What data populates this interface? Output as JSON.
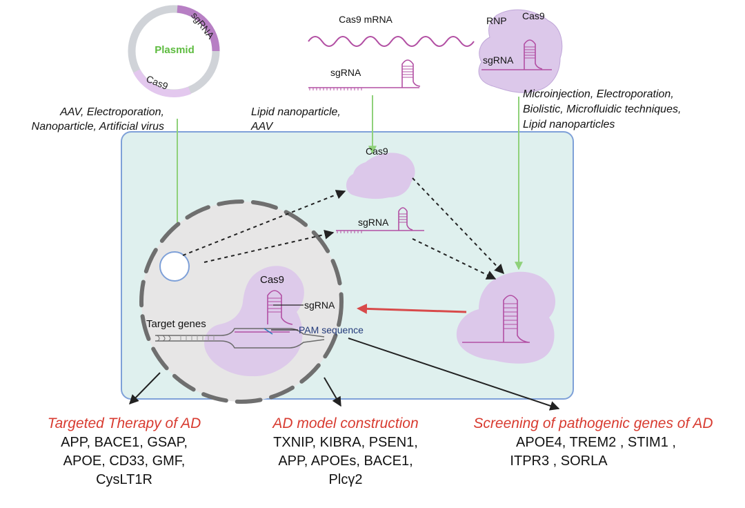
{
  "plasmid": {
    "name": "Plasmid",
    "seg_sgrna": "sgRNA",
    "seg_cas9": "Cas9"
  },
  "mrna_group": {
    "cas9_mrna": "Cas9 mRNA",
    "sgrna": "sgRNA"
  },
  "rnp_group": {
    "rnp": "RNP",
    "cas9": "Cas9",
    "sgrna": "sgRNA"
  },
  "delivery": {
    "plasmid": [
      "AAV, Electroporation,",
      "Nanoparticle, Artificial virus"
    ],
    "mrna": [
      "Lipid nanoparticle,",
      "AAV"
    ],
    "rnp": [
      "Microinjection, Electroporation,",
      "Biolistic, Microfluidic techniques,",
      "Lipid nanoparticles"
    ]
  },
  "cell": {
    "cas9_label": "Cas9",
    "sgrna_label": "sgRNA",
    "nucleus": {
      "cas9": "Cas9",
      "sgrna": "sgRNA",
      "target_genes": "Target genes",
      "pam": "PAM sequence"
    }
  },
  "outcomes": [
    {
      "title": "Targeted Therapy of AD",
      "lines": [
        "APP, BACE1, GSAP,",
        "APOE, CD33, GMF,",
        "CysLT1R"
      ]
    },
    {
      "title": "AD model construction",
      "lines": [
        "TXNIP, KIBRA, PSEN1,",
        "APP, APOEs, BACE1,",
        "Plcγ2"
      ]
    },
    {
      "title": "Screening of pathogenic genes of AD",
      "lines": [
        "APOE4, TREM2 , STIM1 ,",
        "ITPR3 , SORLA"
      ]
    }
  ],
  "colors": {
    "cell_fill": "#dff0ee",
    "cell_border": "#7ea0d8",
    "protein": "#dcc8ea",
    "rna": "#b24fa3",
    "heading_red": "#d83b30",
    "green_arrow": "#8fd17a",
    "red_arrow": "#d84a4a",
    "pam_text": "#233a7a"
  }
}
